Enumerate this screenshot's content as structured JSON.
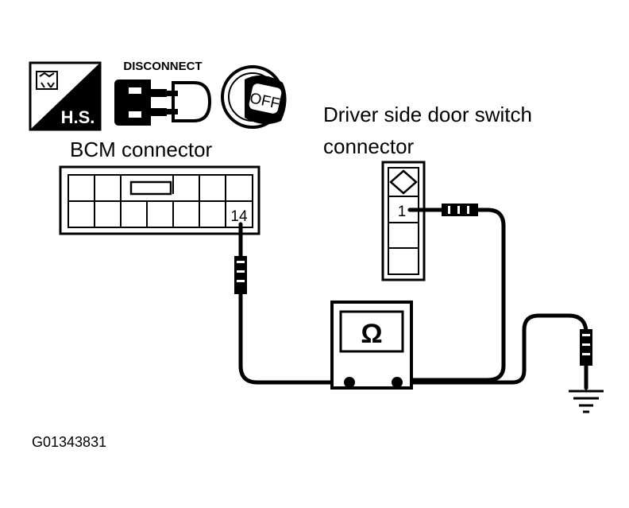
{
  "icons": {
    "harness_sticker": "H.S.",
    "disconnect": "DISCONNECT",
    "ignition": "OFF"
  },
  "bcm": {
    "title": "BCM connector",
    "pin": "14"
  },
  "door_switch": {
    "title_line1": "Driver side door switch",
    "title_line2": "connector",
    "pin": "1"
  },
  "meter": {
    "symbol": "Ω"
  },
  "figure_id": "G01343831"
}
